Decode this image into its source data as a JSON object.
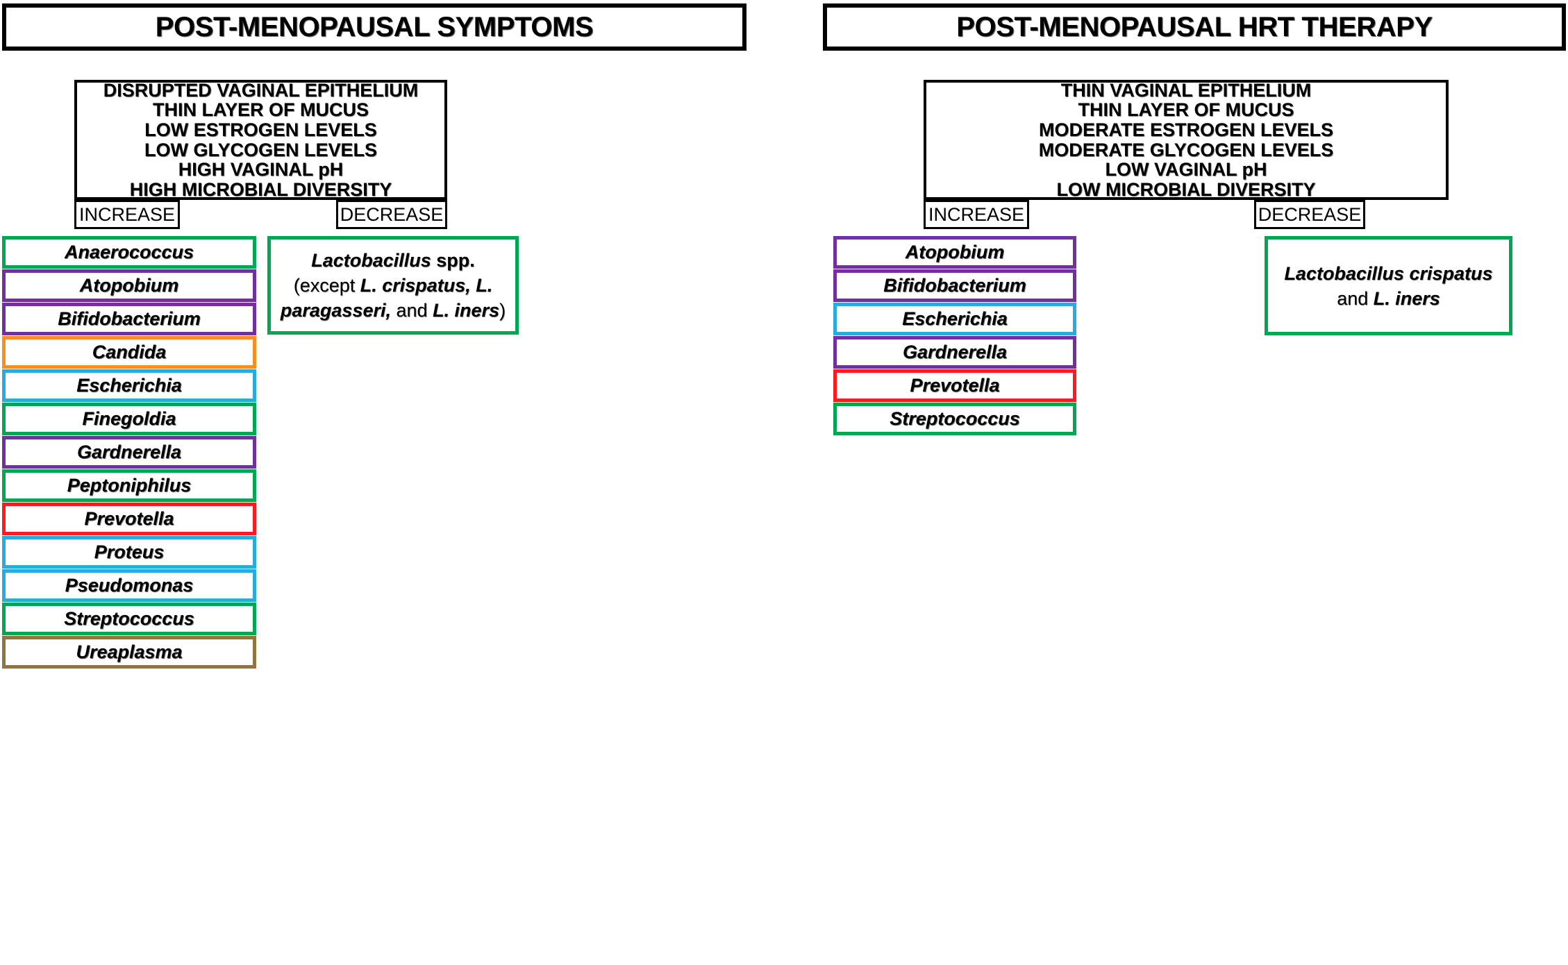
{
  "colors": {
    "green": "#00A651",
    "purple": "#7030A0",
    "orange": "#F7901E",
    "blue": "#29ABE2",
    "red": "#FF1B1B",
    "brown": "#937441",
    "black": "#000000"
  },
  "labels": {
    "increase": "INCREASE",
    "decrease": "DECREASE"
  },
  "panels": [
    {
      "id": "post-menopausal-symptoms",
      "title": "POST-MENOPAUSAL SYMPTOMS",
      "conditions": [
        "DISRUPTED VAGINAL EPITHELIUM",
        "THIN LAYER OF MUCUS",
        "LOW ESTROGEN LEVELS",
        "LOW GLYCOGEN LEVELS",
        "HIGH VAGINAL pH",
        "HIGH MICROBIAL DIVERSITY"
      ],
      "increase_taxa": [
        {
          "name": "Anaerococcus",
          "color": "#00A651"
        },
        {
          "name": "Atopobium",
          "color": "#7030A0"
        },
        {
          "name": "Bifidobacterium",
          "color": "#7030A0"
        },
        {
          "name": "Candida",
          "color": "#F7901E"
        },
        {
          "name": "Escherichia",
          "color": "#29ABE2"
        },
        {
          "name": "Finegoldia",
          "color": "#00A651"
        },
        {
          "name": "Gardnerella",
          "color": "#7030A0"
        },
        {
          "name": "Peptoniphilus",
          "color": "#00A651"
        },
        {
          "name": "Prevotella",
          "color": "#FF1B1B"
        },
        {
          "name": "Proteus",
          "color": "#29ABE2"
        },
        {
          "name": "Pseudomonas",
          "color": "#29ABE2"
        },
        {
          "name": "Streptococcus",
          "color": "#00A651"
        },
        {
          "name": "Ureaplasma",
          "color": "#937441"
        }
      ],
      "decrease_note": {
        "color": "#00A651",
        "lines": [
          "<i>Lactobacillus</i> <b>spp.</b>",
          "(except <i>L. crispatus, L.</i>",
          "<i>paragasseri,</i> and <i>L. iners</i>)"
        ],
        "plain_text": "Lactobacillus spp. (except L. crispatus, L. paragasseri, and L. iners)"
      },
      "decrease_taxa": []
    },
    {
      "id": "post-menopausal-hrt-therapy",
      "title": "POST-MENOPAUSAL HRT THERAPY",
      "conditions": [
        "THIN VAGINAL EPITHELIUM",
        "THIN LAYER OF MUCUS",
        "MODERATE ESTROGEN LEVELS",
        "MODERATE GLYCOGEN LEVELS",
        "LOW VAGINAL pH",
        "LOW MICROBIAL DIVERSITY"
      ],
      "increase_note": {
        "color": "#00A651",
        "lines": [
          "<i>Lactobacillus crispatus</i>",
          "and <i>L. iners</i>"
        ],
        "plain_text": "Lactobacillus crispatus and L. iners"
      },
      "increase_taxa": [],
      "decrease_taxa": [
        {
          "name": "Atopobium",
          "color": "#7030A0"
        },
        {
          "name": "Bifidobacterium",
          "color": "#7030A0"
        },
        {
          "name": "Escherichia",
          "color": "#29ABE2"
        },
        {
          "name": "Gardnerella",
          "color": "#7030A0"
        },
        {
          "name": "Prevotella",
          "color": "#FF1B1B"
        },
        {
          "name": "Streptococcus",
          "color": "#00A651"
        }
      ]
    }
  ]
}
